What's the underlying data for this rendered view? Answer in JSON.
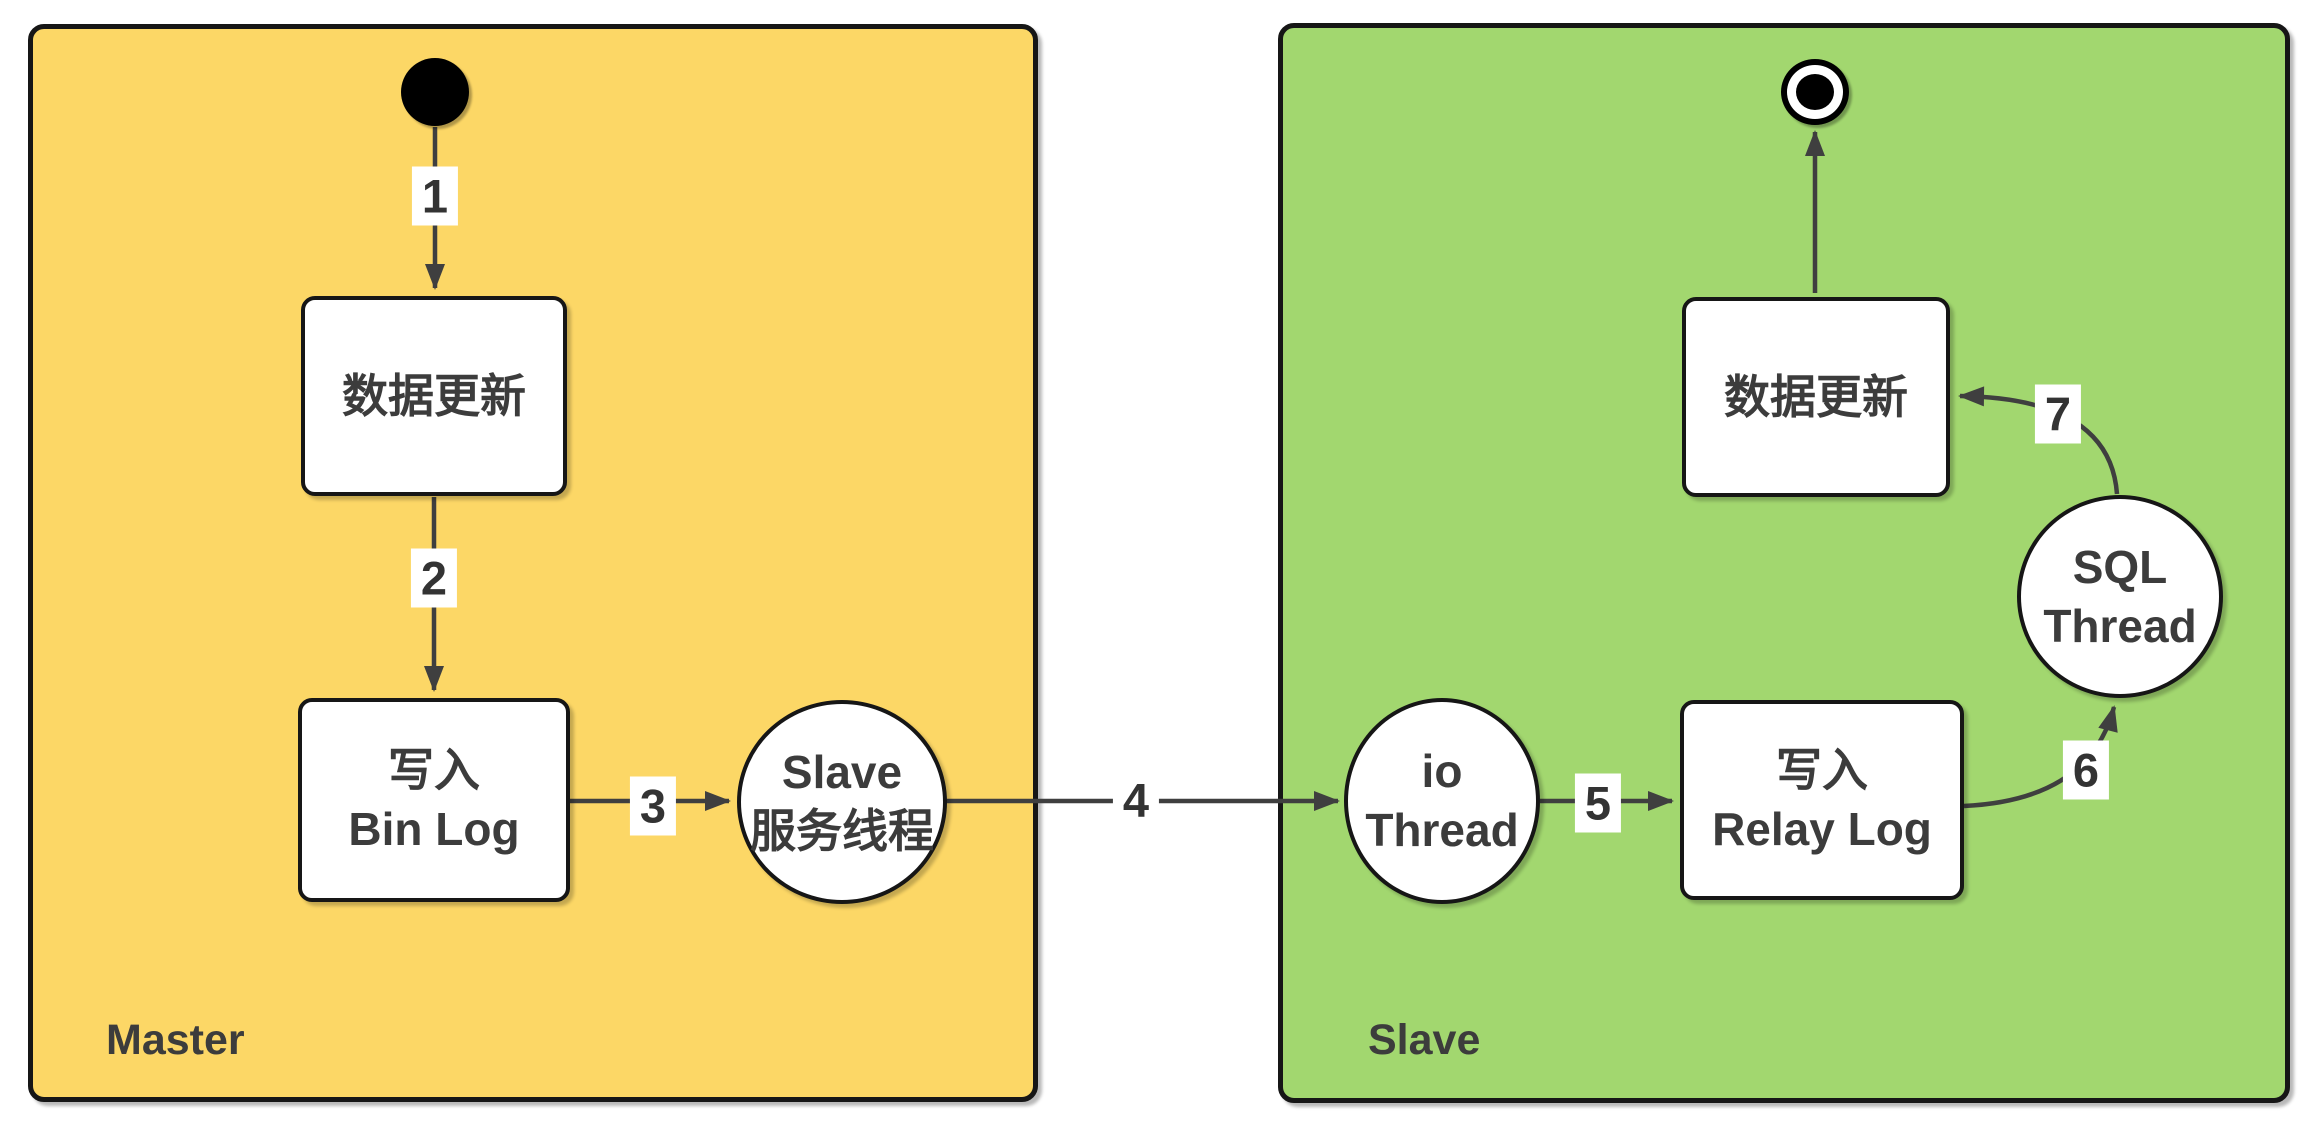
{
  "colors": {
    "master_bg": "#fcd766",
    "slave_bg": "#a2d76f",
    "node_bg": "#ffffff",
    "border": "#161616",
    "arrow": "#3f3f3f",
    "text": "#3c3c3c",
    "label_bg": "#ffffff"
  },
  "groups": {
    "master": {
      "label": "Master"
    },
    "slave": {
      "label": "Slave"
    }
  },
  "nodes": {
    "master_data_update": {
      "lines": [
        "数据更新"
      ]
    },
    "master_write_binlog": {
      "lines": [
        "写入",
        "Bin Log"
      ]
    },
    "master_slave_service_thread": {
      "lines": [
        "Slave",
        "服务线程"
      ]
    },
    "slave_io_thread": {
      "lines": [
        "io",
        "Thread"
      ]
    },
    "slave_write_relay_log": {
      "lines": [
        "写入",
        "Relay Log"
      ]
    },
    "slave_sql_thread": {
      "lines": [
        "SQL",
        "Thread"
      ]
    },
    "slave_data_update": {
      "lines": [
        "数据更新"
      ]
    }
  },
  "edges": {
    "e1": {
      "label": "1"
    },
    "e2": {
      "label": "2"
    },
    "e3": {
      "label": "3"
    },
    "e4": {
      "label": "4"
    },
    "e5": {
      "label": "5"
    },
    "e6": {
      "label": "6"
    },
    "e7": {
      "label": "7"
    }
  }
}
